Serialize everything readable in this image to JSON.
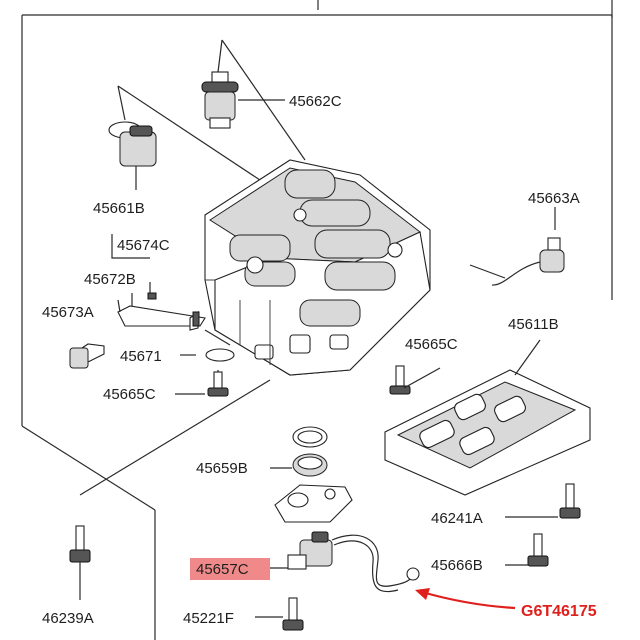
{
  "diagram": {
    "labels": {
      "p45662C": "45662C",
      "p45661B": "45661B",
      "p45663A": "45663A",
      "p45674C": "45674C",
      "p45672B": "45672B",
      "p45673A": "45673A",
      "p45611B": "45611B",
      "p45665C_right": "45665C",
      "p45671": "45671",
      "p45665C_left": "45665C",
      "p45659B": "45659B",
      "p46241A": "46241A",
      "p45657C": "45657C",
      "p45666B": "45666B",
      "p46239A": "46239A",
      "p45221F": "45221F",
      "g6t46175": "G6T46175"
    },
    "colors": {
      "highlight": "#f08a8a",
      "reference_text": "#e0201c",
      "reference_arrow": "#e0201c",
      "line": "#2a2a2a"
    }
  }
}
